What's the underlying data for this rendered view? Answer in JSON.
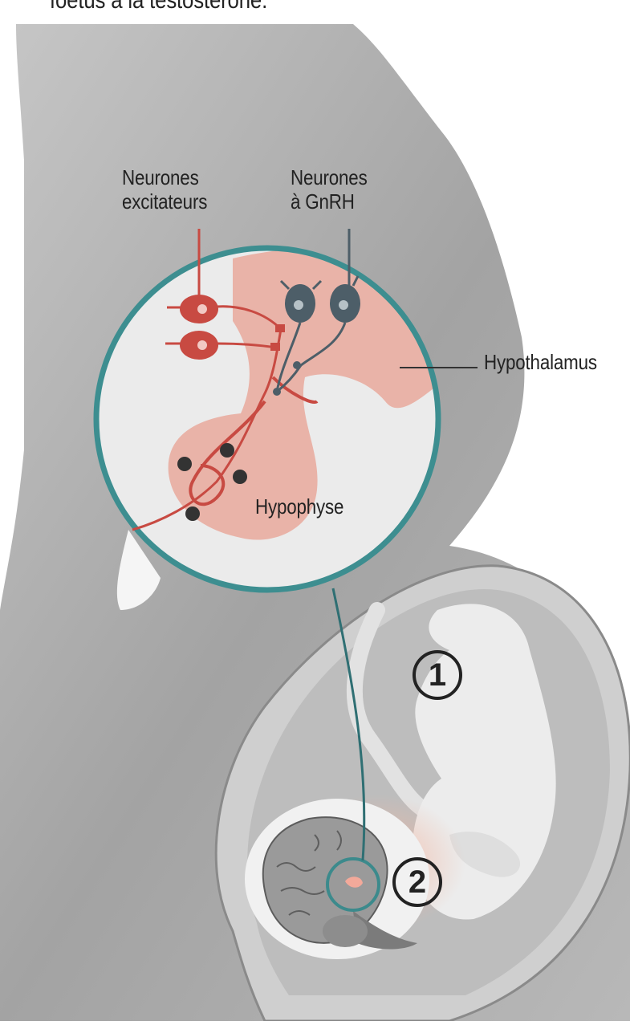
{
  "top_caption": "foetus à la testostérone.",
  "labels": {
    "excitatory_neurons": [
      "Neurones",
      "excitateurs"
    ],
    "gnrh_neurons": [
      "Neurones",
      "à GnRH"
    ],
    "hypothalamus": "Hypothalamus",
    "hypophysis": "Hypophyse"
  },
  "markers": [
    "1",
    "2"
  ],
  "colors": {
    "background_gray": "#a9a9a9",
    "belly_light": "#d6d6d6",
    "tissue_pink": "#e9b3a8",
    "neuron_red": "#c84a42",
    "neuron_slate": "#4d5e68",
    "teal_ring": "#3c8a8c",
    "inner_circle": "#ececec"
  }
}
